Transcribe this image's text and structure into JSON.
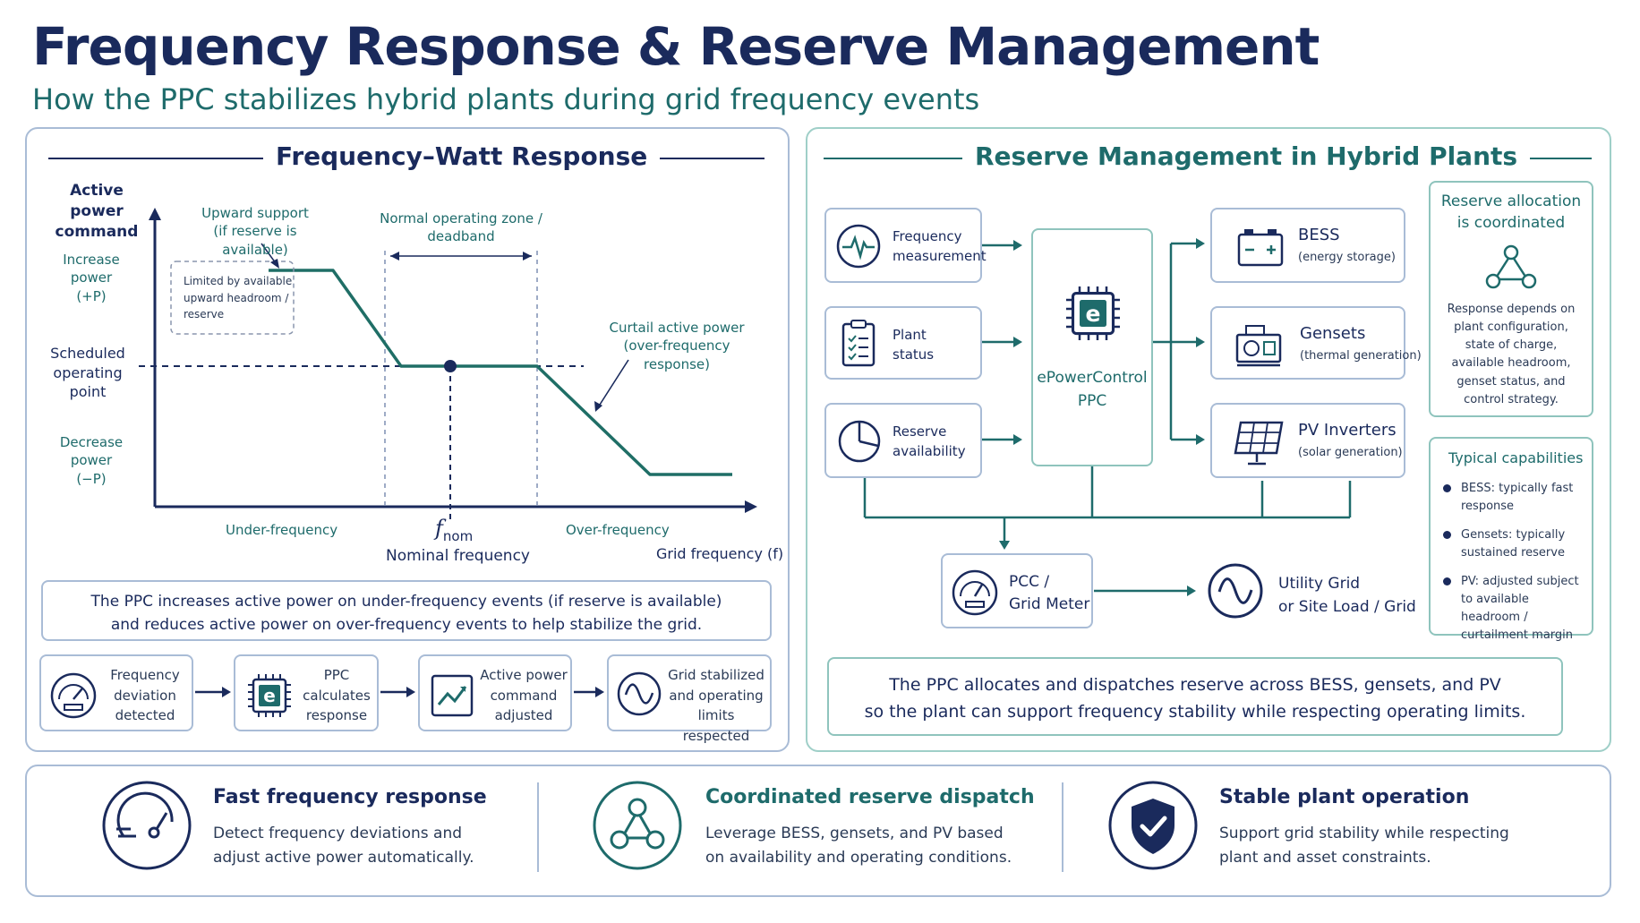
{
  "header": {
    "title": "Frequency Response & Reserve Management",
    "subtitle": "How the PPC stabilizes hybrid plants during grid frequency events"
  },
  "left_panel": {
    "title": "Frequency–Watt Response",
    "y_axis_label": "Active power command",
    "increase": [
      "Increase",
      "power",
      "(+P)"
    ],
    "scheduled": [
      "Scheduled",
      "operating",
      "point"
    ],
    "decrease": [
      "Decrease",
      "power",
      "(−P)"
    ],
    "upward_support": [
      "Upward support",
      "(if reserve is available)"
    ],
    "limited_note": [
      "Limited by available",
      "upward headroom /",
      "reserve"
    ],
    "normal_zone": [
      "Normal operating zone /",
      "deadband"
    ],
    "curtail": [
      "Curtail active power",
      "(over-frequency response)"
    ],
    "under_frequency": "Under-frequency",
    "f_nom_symbol": "f",
    "f_nom_sub": "nom",
    "nominal_frequency": "Nominal frequency",
    "over_frequency": "Over-frequency",
    "x_axis_label": "Grid frequency (f)",
    "summary": [
      "The PPC increases active power on under-frequency events (if reserve is available)",
      "and reduces active power on over-frequency events to help stabilize the grid."
    ],
    "steps": [
      {
        "label": [
          "Frequency",
          "deviation",
          "detected"
        ],
        "icon": "gauge-icon"
      },
      {
        "label": [
          "PPC",
          "calculates",
          "response"
        ],
        "icon": "chip-icon"
      },
      {
        "label": [
          "Active power",
          "command",
          "adjusted"
        ],
        "icon": "trend-chart-icon"
      },
      {
        "label": [
          "Grid stabilized",
          "and operating",
          "limits respected"
        ],
        "icon": "sine-wave-icon"
      }
    ]
  },
  "right_panel": {
    "title": "Reserve Management in Hybrid Plants",
    "inputs": [
      {
        "label": [
          "Frequency",
          "measurement"
        ],
        "icon": "pulse-icon"
      },
      {
        "label": [
          "Plant",
          "status"
        ],
        "icon": "clipboard-icon"
      },
      {
        "label": [
          "Reserve",
          "availability"
        ],
        "icon": "pie-chart-icon"
      }
    ],
    "ppc": {
      "label": [
        "ePowerControl",
        "PPC"
      ],
      "icon": "chip-icon"
    },
    "outputs": [
      {
        "name": "BESS",
        "sub": "(energy storage)",
        "icon": "battery-icon"
      },
      {
        "name": "Gensets",
        "sub": "(thermal generation)",
        "icon": "genset-icon"
      },
      {
        "name": "PV Inverters",
        "sub": "(solar generation)",
        "icon": "solar-panel-icon"
      }
    ],
    "pcc": {
      "label": [
        "PCC /",
        "Grid Meter"
      ],
      "icon": "meter-icon"
    },
    "utility": {
      "label": [
        "Utility Grid",
        "or Site Load / Grid"
      ],
      "icon": "sine-wave-icon"
    },
    "allocation": {
      "title": [
        "Reserve allocation",
        "is coordinated"
      ],
      "text": [
        "Response depends on",
        "plant configuration,",
        "state of charge,",
        "available headroom,",
        "genset status, and",
        "control strategy."
      ]
    },
    "capabilities": {
      "title": "Typical capabilities",
      "items": [
        {
          "name": "BESS",
          "lines": [
            "BESS: typically fast",
            "response"
          ]
        },
        {
          "name": "Gensets",
          "lines": [
            "Gensets: typically",
            "sustained reserve"
          ]
        },
        {
          "name": "PV",
          "lines": [
            "PV: adjusted subject",
            "to available headroom /",
            "curtailment margin"
          ]
        }
      ]
    },
    "summary": [
      "The PPC allocates and dispatches reserve across BESS, gensets, and PV",
      "so the plant can support frequency stability while respecting operating limits."
    ]
  },
  "footer": [
    {
      "title": "Fast frequency response",
      "text": [
        "Detect frequency deviations and",
        "adjust active power automatically."
      ],
      "icon": "speedometer-icon"
    },
    {
      "title": "Coordinated reserve dispatch",
      "text": [
        "Leverage BESS, gensets, and PV based",
        "on availability and operating conditions."
      ],
      "icon": "network-icon"
    },
    {
      "title": "Stable plant operation",
      "text": [
        "Support grid stability while respecting",
        "plant and asset constraints."
      ],
      "icon": "shield-check-icon"
    }
  ],
  "colors": {
    "navy": "#1a2a5c",
    "teal": "#1e6b6b",
    "curve": "#1f6e66",
    "border": "#a9bcd6"
  }
}
